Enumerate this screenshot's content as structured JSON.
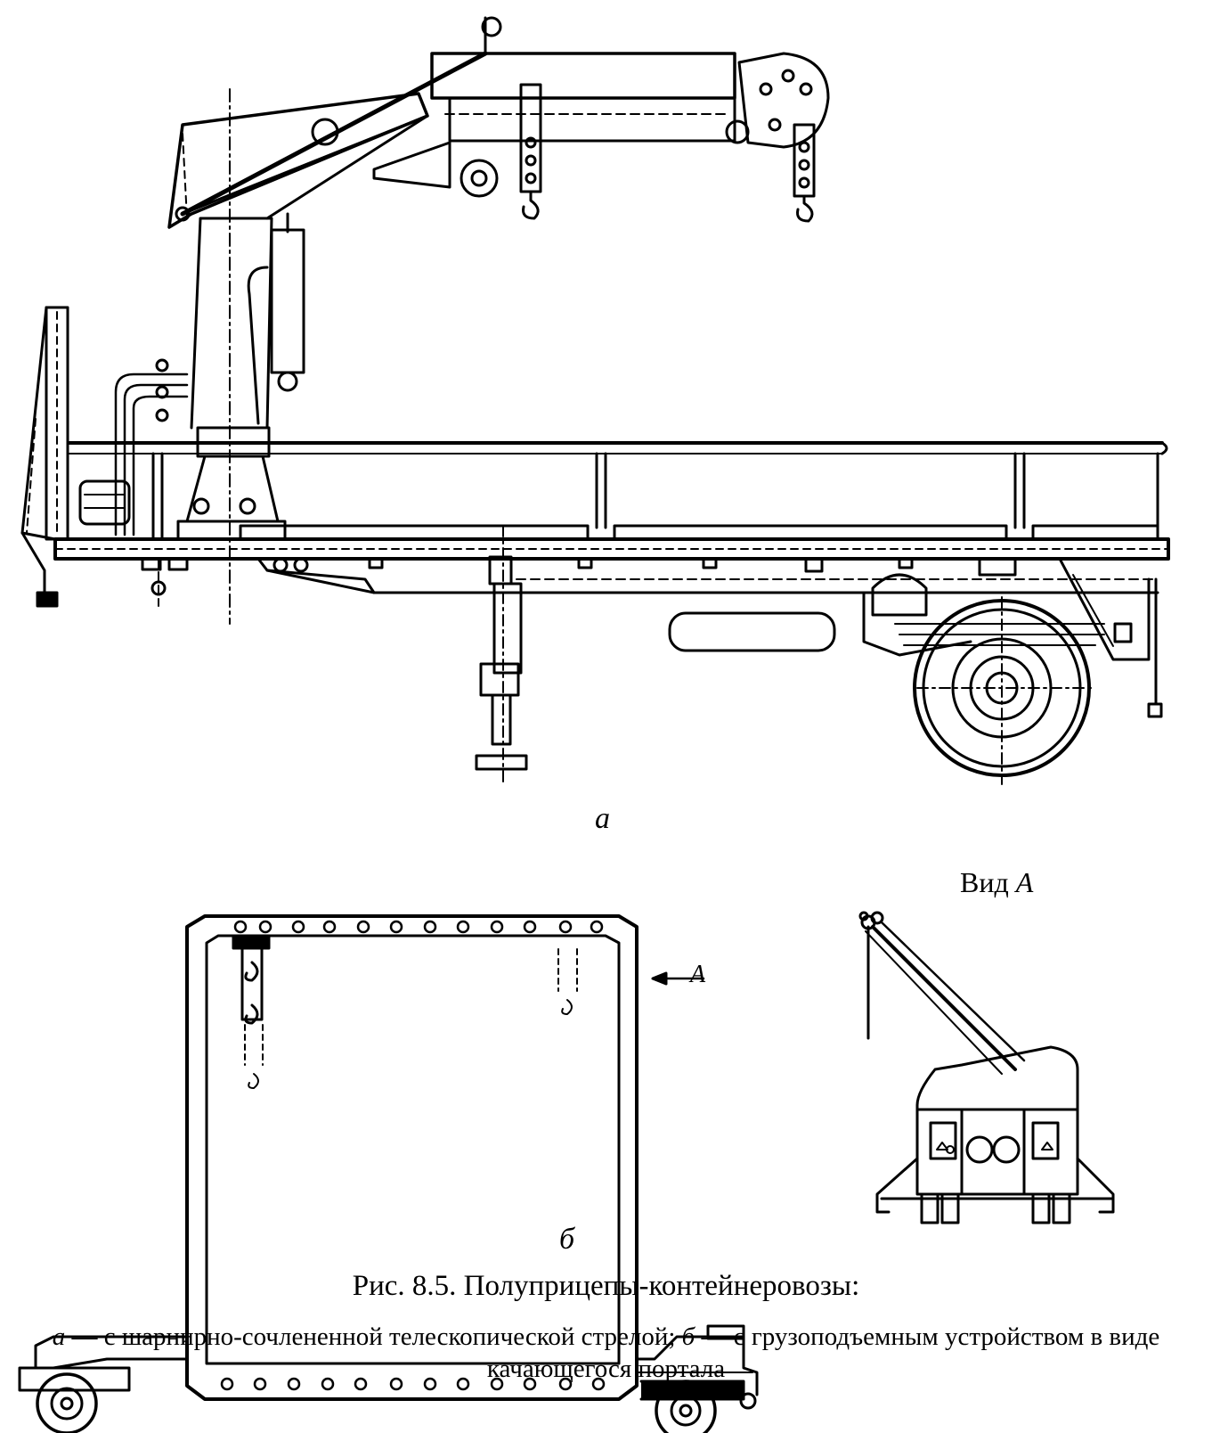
{
  "labels": {
    "sub_a": "а",
    "sub_b": "б",
    "view_label_prefix": "Вид",
    "view_label_letter": "А",
    "arrow_letter": "А"
  },
  "caption": {
    "title": "Рис. 8.5. Полуприцепы-контейнеровозы:",
    "a_letter": "а",
    "a_text": " — с шарнирно-сочлененной телескопической стрелой; ",
    "b_letter": "б",
    "b_text": " — с грузоподъемным устройством в виде качающегося портала"
  }
}
